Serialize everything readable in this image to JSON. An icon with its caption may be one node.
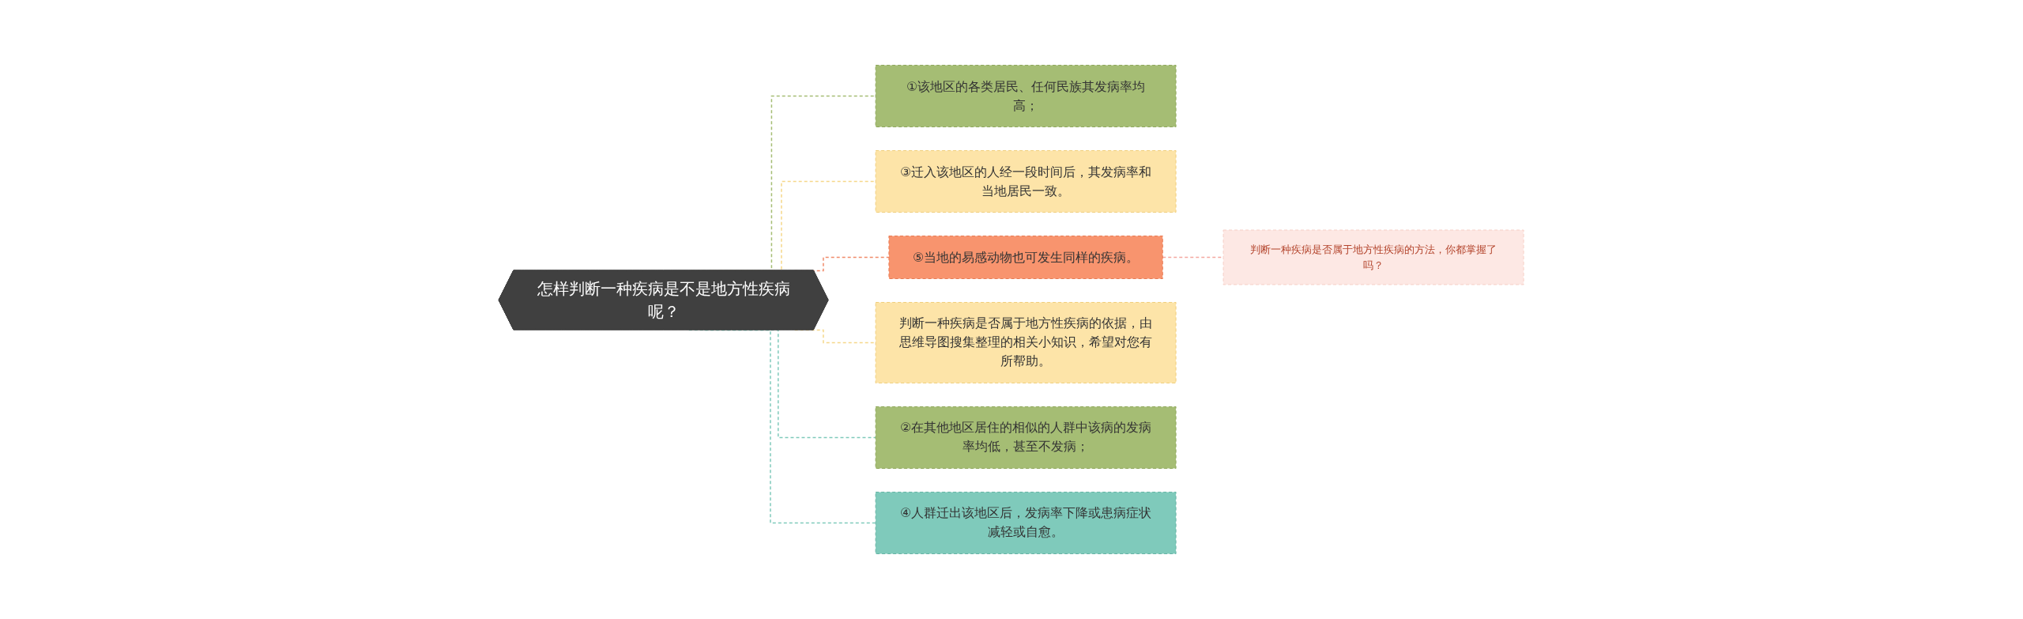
{
  "diagram": {
    "nodes": [
      {
        "text": [
          "怎样判断一种疾病是不是地方性疾病呢？"
        ]
      },
      {
        "text": [
          "①该地区的各类居民、任何民族其发病率均高；"
        ]
      },
      {
        "text": [
          "③迁入该地区的人经一段时间后，其发病率和当地居民一致。"
        ]
      },
      {
        "text": [
          "⑤当地的易感动物也可发生同样的疾病。"
        ]
      },
      {
        "text": [
          "判断一种疾病是否属于地方性疾病的方法，你都掌握了吗？"
        ]
      },
      {
        "text": [
          "判断一种疾病是否属于地方性疾病的依据，由思维导图搜集整理的相关小知识，希望对您有所帮助。"
        ]
      },
      {
        "text": [
          "②在其他地区居住的相似的人群中该病的发病率均低，甚至不发病；"
        ]
      },
      {
        "text": [
          "④人群迁出该地区后，发病率下降或患病症状减轻或自愈。"
        ]
      }
    ],
    "edges": [
      {
        "from": 0,
        "to": 1,
        "arrow": "none",
        "style": "dashed",
        "color": "#a5bd74"
      },
      {
        "from": 0,
        "to": 2,
        "arrow": "none",
        "style": "dashed",
        "color": "#f5d88a"
      },
      {
        "from": 0,
        "to": 3,
        "arrow": "none",
        "style": "dashed",
        "color": "#f08a6a"
      },
      {
        "from": 3,
        "to": 4,
        "arrow": "none",
        "style": "dashed",
        "color": "#f4a8a0"
      },
      {
        "from": 0,
        "to": 5,
        "arrow": "none",
        "style": "dashed",
        "color": "#f5d88a"
      },
      {
        "from": 0,
        "to": 6,
        "arrow": "none",
        "style": "dashed",
        "color": "#7fcabb"
      },
      {
        "from": 0,
        "to": 7,
        "arrow": "none",
        "style": "dashed",
        "color": "#7fcabb"
      }
    ]
  }
}
